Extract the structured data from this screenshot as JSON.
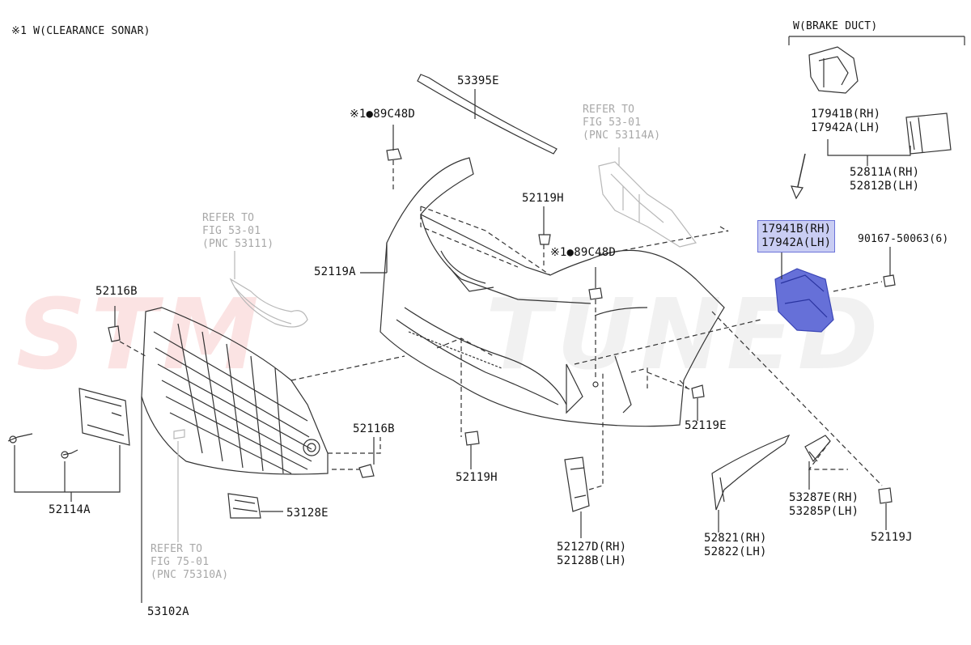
{
  "note_top": "※1 W(CLEARANCE SONAR)",
  "brake_duct_header": "W(BRAKE DUCT)",
  "watermark": {
    "left": "STM",
    "right": "TUNED"
  },
  "refs": {
    "ref_a": [
      "REFER TO",
      "FIG 53-01",
      "(PNC 53114A)"
    ],
    "ref_b": [
      "REFER TO",
      "FIG 53-01",
      "(PNC 53111)"
    ],
    "ref_c": [
      "REFER TO",
      "FIG 75-01",
      "(PNC 75310A)"
    ]
  },
  "parts": {
    "p53395E": "53395E",
    "p89C48D_a": "※1●89C48D",
    "p89C48D_b": "※1●89C48D",
    "p52119H_a": "52119H",
    "p52119H_b": "52119H",
    "p52119A": "52119A",
    "p52116B_a": "52116B",
    "p52116B_b": "52116B",
    "p52114A": "52114A",
    "p53128E": "53128E",
    "p53102A": "53102A",
    "p52119E": "52119E",
    "p52119J": "52119J",
    "p90167": "90167-50063(6)",
    "duct_top": [
      "17941B(RH)",
      "17942A(LH)"
    ],
    "duct_mid": [
      "17941B(RH)",
      "17942A(LH)"
    ],
    "p52811A": [
      "52811A(RH)",
      "52812B(LH)"
    ],
    "p52127D": [
      "52127D(RH)",
      "52128B(LH)"
    ],
    "p52821": [
      "52821(RH)",
      "52822(LH)"
    ],
    "p53287E": [
      "53287E(RH)",
      "53285P(LH)"
    ]
  },
  "colors": {
    "highlight_fill": "#c9cdf3",
    "highlight_part": "#6670d8",
    "line": "#333333",
    "ghost": "#b8b8b8"
  }
}
